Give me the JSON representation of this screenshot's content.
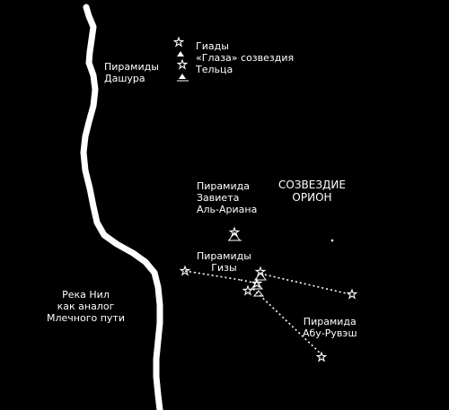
{
  "labels": {
    "dashur": [
      "Пирамиды",
      "Дашура"
    ],
    "hyades": [
      "Гиады",
      "«Глаза» созвездия",
      "Тельца"
    ],
    "zawiyet": [
      "Пирамида",
      "Завиета",
      "Аль-Ариана"
    ],
    "orion": [
      "СОЗВЕЗДИЕ",
      "ОРИОН"
    ],
    "giza": [
      "Пирамиды",
      "Гизы"
    ],
    "nile": [
      "Река Нил",
      "как аналог",
      "Млечного пути"
    ],
    "abu_rawash": [
      "Пирамида",
      "Абу-Рувэш"
    ]
  },
  "colors": {
    "background": "#000000",
    "ink": "#ffffff"
  },
  "icons": [
    "star-icon",
    "pyramid-icon"
  ]
}
